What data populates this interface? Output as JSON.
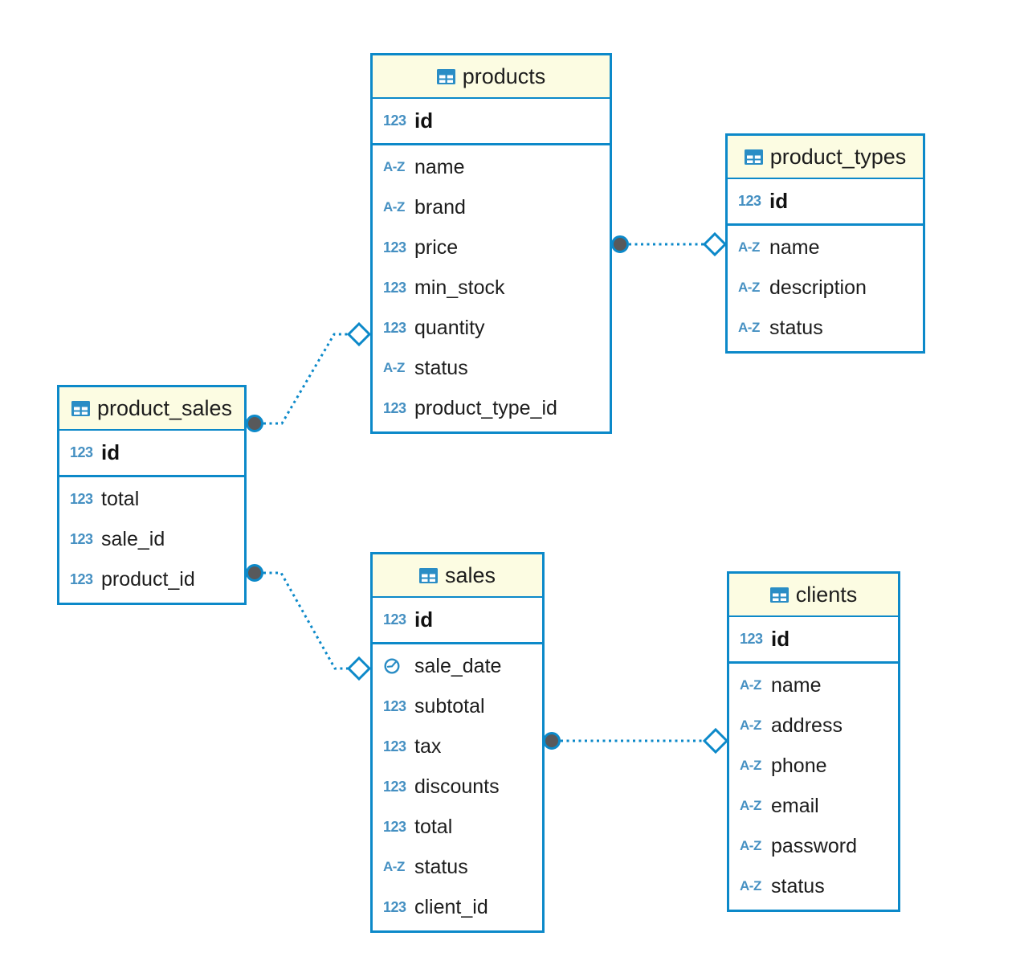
{
  "diagram": {
    "accent_blue": "#0c89c9",
    "header_fill": "#fcfce2",
    "type_icon_color": "#4590c2",
    "connector_dot_fill": "#58595b",
    "background": "#ffffff"
  },
  "icons": {
    "integer_label": "123",
    "string_label": "A-Z",
    "datetime_icon": "clock",
    "table_icon": "table-grid"
  },
  "tables": {
    "products": {
      "title": "products",
      "pk": {
        "icon": "123",
        "name": "id"
      },
      "fields": [
        {
          "icon": "A-Z",
          "name": "name"
        },
        {
          "icon": "A-Z",
          "name": "brand"
        },
        {
          "icon": "123",
          "name": "price"
        },
        {
          "icon": "123",
          "name": "min_stock"
        },
        {
          "icon": "123",
          "name": "quantity"
        },
        {
          "icon": "A-Z",
          "name": "status"
        },
        {
          "icon": "123",
          "name": "product_type_id"
        }
      ]
    },
    "product_types": {
      "title": "product_types",
      "pk": {
        "icon": "123",
        "name": "id"
      },
      "fields": [
        {
          "icon": "A-Z",
          "name": "name"
        },
        {
          "icon": "A-Z",
          "name": "description"
        },
        {
          "icon": "A-Z",
          "name": "status"
        }
      ]
    },
    "product_sales": {
      "title": "product_sales",
      "pk": {
        "icon": "123",
        "name": "id"
      },
      "fields": [
        {
          "icon": "123",
          "name": "total"
        },
        {
          "icon": "123",
          "name": "sale_id"
        },
        {
          "icon": "123",
          "name": "product_id"
        }
      ]
    },
    "sales": {
      "title": "sales",
      "pk": {
        "icon": "123",
        "name": "id"
      },
      "fields": [
        {
          "icon": "clock",
          "name": "sale_date"
        },
        {
          "icon": "123",
          "name": "subtotal"
        },
        {
          "icon": "123",
          "name": "tax"
        },
        {
          "icon": "123",
          "name": "discounts"
        },
        {
          "icon": "123",
          "name": "total"
        },
        {
          "icon": "A-Z",
          "name": "status"
        },
        {
          "icon": "123",
          "name": "client_id"
        }
      ]
    },
    "clients": {
      "title": "clients",
      "pk": {
        "icon": "123",
        "name": "id"
      },
      "fields": [
        {
          "icon": "A-Z",
          "name": "name"
        },
        {
          "icon": "A-Z",
          "name": "address"
        },
        {
          "icon": "A-Z",
          "name": "phone"
        },
        {
          "icon": "A-Z",
          "name": "email"
        },
        {
          "icon": "A-Z",
          "name": "password"
        },
        {
          "icon": "A-Z",
          "name": "status"
        }
      ]
    }
  },
  "relationships": [
    {
      "from": "products",
      "to": "product_types",
      "line_style": "dotted",
      "from_end": "filled-circle",
      "to_end": "open-diamond"
    },
    {
      "from": "product_sales",
      "to": "products",
      "line_style": "dotted",
      "from_end": "filled-circle",
      "to_end": "open-diamond"
    },
    {
      "from": "product_sales",
      "to": "sales",
      "line_style": "dotted",
      "from_end": "filled-circle",
      "to_end": "open-diamond"
    },
    {
      "from": "sales",
      "to": "clients",
      "line_style": "dotted",
      "from_end": "filled-circle",
      "to_end": "open-diamond"
    }
  ]
}
